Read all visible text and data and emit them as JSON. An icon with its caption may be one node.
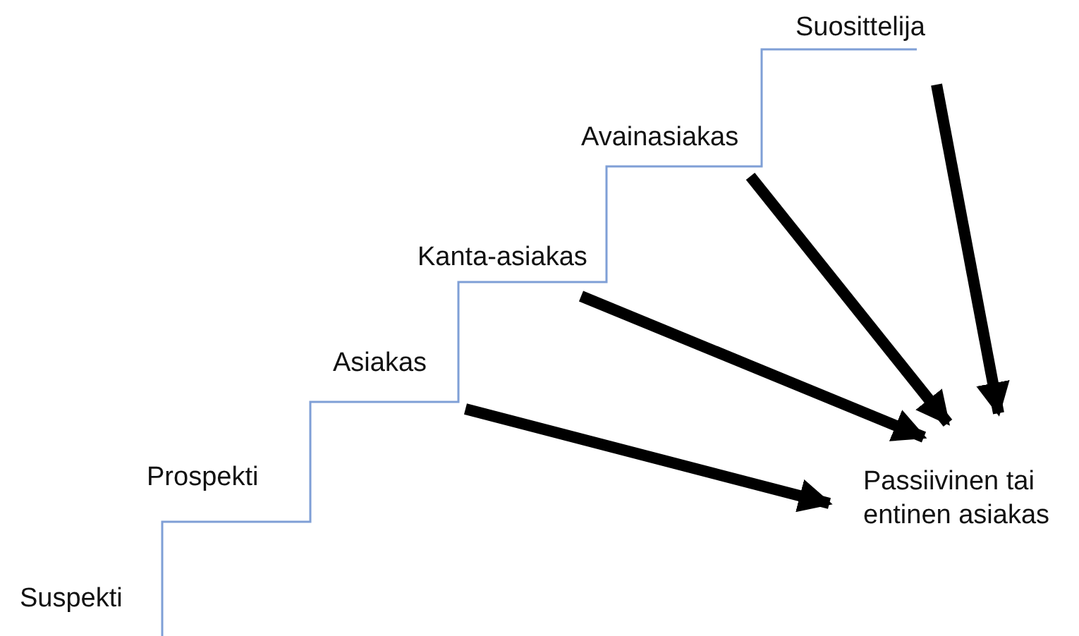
{
  "diagram": {
    "nodes": [
      {
        "text": [
          "Suspekti"
        ]
      },
      {
        "text": [
          "Prospekti"
        ]
      },
      {
        "text": [
          "Asiakas"
        ]
      },
      {
        "text": [
          "Kanta-asiakas"
        ]
      },
      {
        "text": [
          "Avainasiakas"
        ]
      },
      {
        "text": [
          "Suosittelija"
        ]
      },
      {
        "text": [
          "Passiivinen tai entinen asiakas"
        ]
      }
    ],
    "edges": [
      {
        "from": 2,
        "to": 6,
        "arrow": "to"
      },
      {
        "from": 3,
        "to": 6,
        "arrow": "to"
      },
      {
        "from": 4,
        "to": 6,
        "arrow": "to"
      },
      {
        "from": 5,
        "to": 6,
        "arrow": "to"
      }
    ]
  }
}
